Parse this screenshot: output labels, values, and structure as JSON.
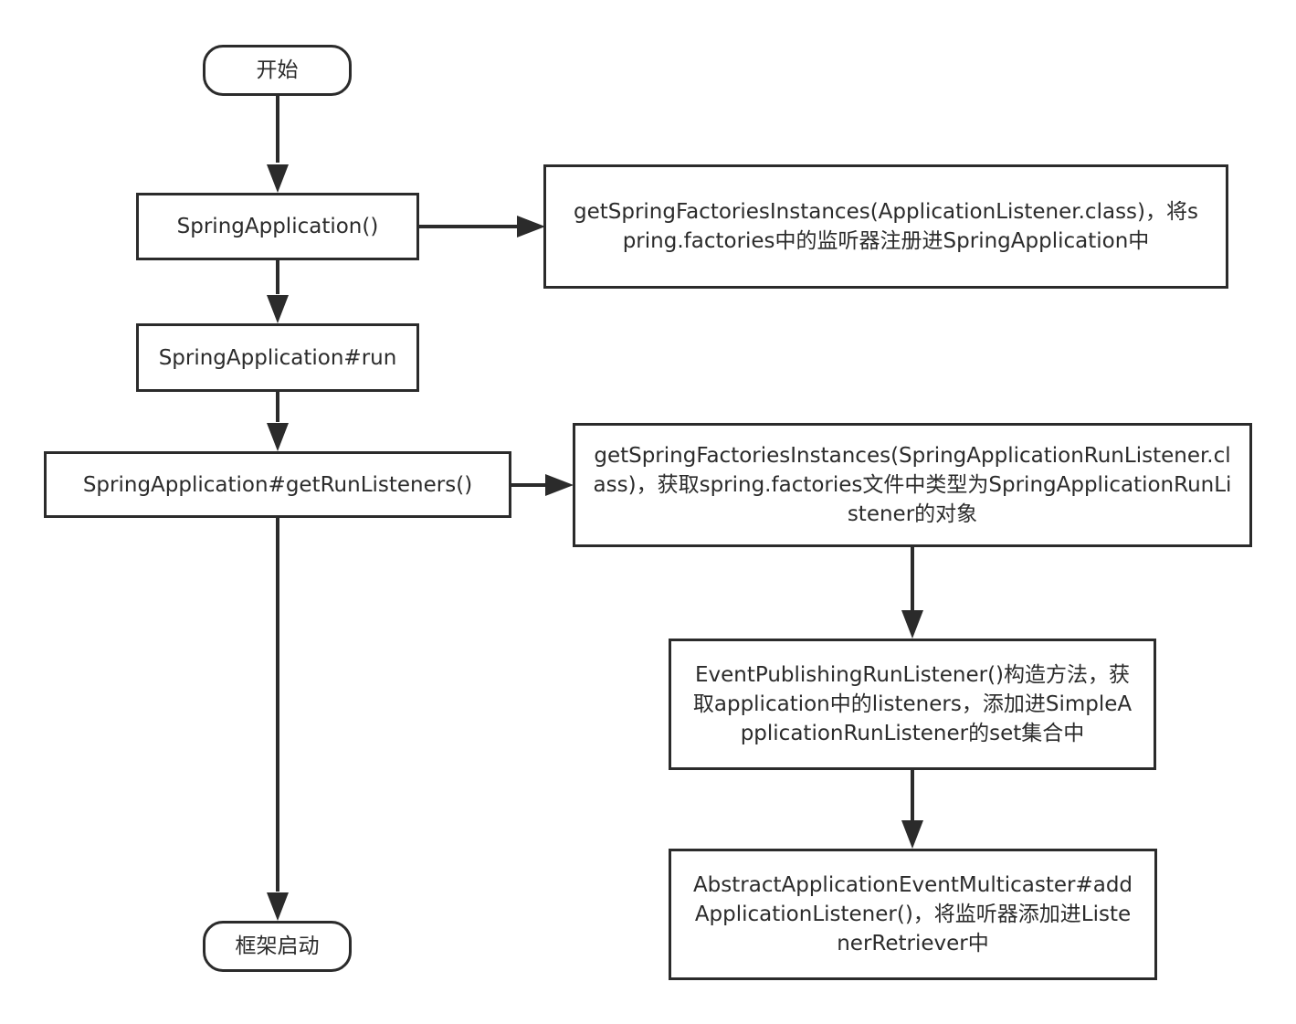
{
  "nodes": {
    "start": "开始",
    "spring_application_ctor": "SpringApplication()",
    "get_factories_listener": "getSpringFactoriesInstances(ApplicationListener.class)，将spring.factories中的监听器注册进SpringApplication中",
    "spring_application_run": "SpringApplication#run",
    "get_run_listeners": "SpringApplication#getRunListeners()",
    "get_factories_run_listener": "getSpringFactoriesInstances(SpringApplicationRunListener.class)，获取spring.factories文件中类型为SpringApplicationRunListener的对象",
    "event_publishing_ctor": "EventPublishingRunListener()构造方法，获取application中的listeners，添加进SimpleApplicationRunListener的set集合中",
    "add_application_listener": "AbstractApplicationEventMulticaster#addApplicationListener()，将监听器添加进ListenerRetriever中",
    "framework_started": "框架启动"
  },
  "colors": {
    "stroke": "#2b2b2b",
    "background": "#ffffff"
  }
}
